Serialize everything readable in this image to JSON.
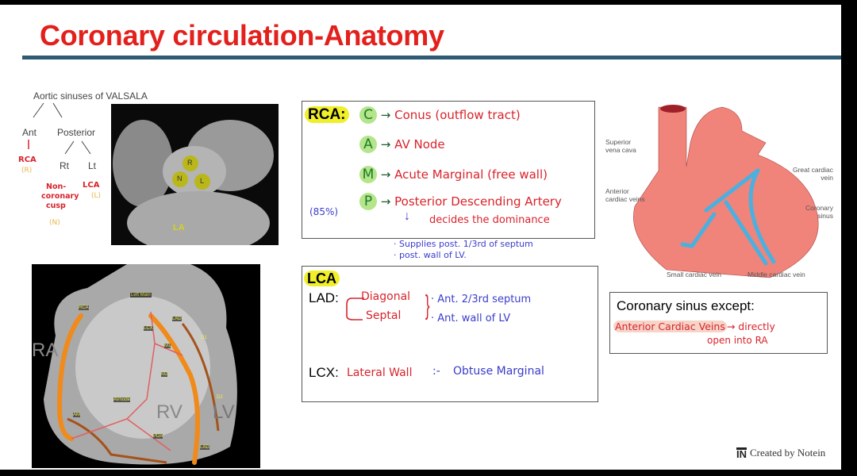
{
  "title": "Coronary circulation-Anatomy",
  "valsalva": {
    "heading": "Aortic sinuses of VALSALA",
    "ant": "Ant",
    "posterior": "Posterior",
    "rt": "Rt",
    "lt": "Lt",
    "rca": "RCA",
    "rca_code": "(R)",
    "noncoronary": [
      "Non-",
      "coronary",
      "cusp"
    ],
    "noncoronary_code": "(N)",
    "lca": "LCA",
    "lca_code": "(L)",
    "ct_labels": {
      "r": "R",
      "n": "N",
      "l": "L",
      "la": "LA"
    }
  },
  "rca_box": {
    "label": "RCA:",
    "rows": [
      {
        "letter": "C",
        "text": "Conus (outflow tract)"
      },
      {
        "letter": "A",
        "text": "AV Node"
      },
      {
        "letter": "M",
        "text": "Acute Marginal (free wall)"
      },
      {
        "letter": "P",
        "text": "Posterior Descending Artery"
      }
    ],
    "percent": "(85%)",
    "dominance": "decides the dominance",
    "notes": [
      "· Supplies post. 1/3rd of septum",
      "· post. wall of LV."
    ]
  },
  "lca_box": {
    "label": "LCA",
    "lad": "LAD:",
    "diagonal": "Diagonal",
    "septal": "Septal",
    "lad_notes": [
      "· Ant. 2/3rd septum",
      "· Ant. wall of LV"
    ],
    "lcx": "LCX:",
    "lcx_text": "Lateral Wall",
    "lcx_sep": ":-",
    "lcx_note": "Obtuse Marginal"
  },
  "angio_labels": {
    "left_main": "Left Main",
    "rca": "RCA",
    "lad": "LAD",
    "lcx": "LCX",
    "d1": "D1",
    "m1": "M1",
    "m2": "M2",
    "d2": "D2",
    "avnode": "AVnode",
    "am": "AM",
    "pda": "PDA",
    "lad2": "LAD",
    "ra": "RA",
    "rv": "RV",
    "lv": "LV"
  },
  "veins_labels": {
    "svc": [
      "Superior",
      "vena cava"
    ],
    "acv": [
      "Anterior",
      "cardiac veins"
    ],
    "gcv": [
      "Great cardiac",
      "vein"
    ],
    "cs": [
      "Coronary",
      "sinus"
    ],
    "small": "Small cardiac vein",
    "middle": "Middle cardiac vein"
  },
  "sinus_box": {
    "heading": "Coronary sinus except:",
    "text": "Anterior Cardiac Veins",
    "arrow_text": "→ directly",
    "line2": "open into RA"
  },
  "footer": {
    "logo": "IN",
    "text": "Created by Notein"
  }
}
